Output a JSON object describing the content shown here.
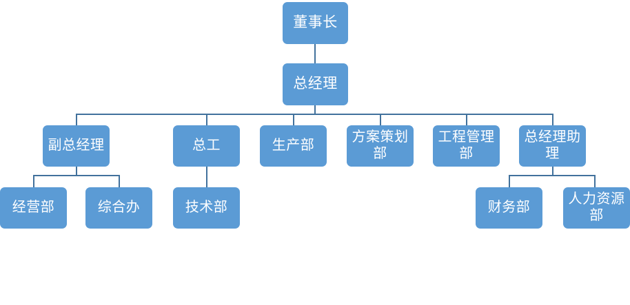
{
  "chart_data": {
    "type": "diagram",
    "title": "",
    "orientation": "top-down",
    "theme": {
      "node_fill": "#5B9BD5",
      "node_text": "#FFFFFF",
      "connector": "#41719C",
      "background": "#FFFFFF"
    },
    "nodes": [
      {
        "id": "chairman",
        "label": "董事长",
        "level": 1,
        "parent": null
      },
      {
        "id": "gm",
        "label": "总经理",
        "level": 2,
        "parent": "chairman"
      },
      {
        "id": "deputy_gm",
        "label": "副总经理",
        "level": 3,
        "parent": "gm"
      },
      {
        "id": "chief_engineer",
        "label": "总工",
        "level": 3,
        "parent": "gm"
      },
      {
        "id": "production",
        "label": "生产部",
        "level": 3,
        "parent": "gm"
      },
      {
        "id": "scheme_planning",
        "label": "方案策划部",
        "level": 3,
        "parent": "gm"
      },
      {
        "id": "eng_management",
        "label": "工程管理部",
        "level": 3,
        "parent": "gm"
      },
      {
        "id": "gm_assistant",
        "label": "总经理助理",
        "level": 3,
        "parent": "gm"
      },
      {
        "id": "business",
        "label": "经营部",
        "level": 4,
        "parent": "deputy_gm"
      },
      {
        "id": "general_office",
        "label": "综合办",
        "level": 4,
        "parent": "deputy_gm"
      },
      {
        "id": "technical",
        "label": "技术部",
        "level": 4,
        "parent": "chief_engineer"
      },
      {
        "id": "finance",
        "label": "财务部",
        "level": 4,
        "parent": "gm_assistant"
      },
      {
        "id": "hr",
        "label": "人力资源部",
        "level": 4,
        "parent": "gm_assistant"
      }
    ],
    "edges": [
      {
        "from": "chairman",
        "to": "gm"
      },
      {
        "from": "gm",
        "to": "deputy_gm"
      },
      {
        "from": "gm",
        "to": "chief_engineer"
      },
      {
        "from": "gm",
        "to": "production"
      },
      {
        "from": "gm",
        "to": "scheme_planning"
      },
      {
        "from": "gm",
        "to": "eng_management"
      },
      {
        "from": "gm",
        "to": "gm_assistant"
      },
      {
        "from": "deputy_gm",
        "to": "business"
      },
      {
        "from": "deputy_gm",
        "to": "general_office"
      },
      {
        "from": "chief_engineer",
        "to": "technical"
      },
      {
        "from": "gm_assistant",
        "to": "finance"
      },
      {
        "from": "gm_assistant",
        "to": "hr"
      }
    ]
  },
  "chart": {
    "nodes": {
      "chairman": {
        "label": "董事长"
      },
      "gm": {
        "label": "总经理"
      },
      "deputy_gm": {
        "label": "副总经理"
      },
      "chief_engineer": {
        "label": "总工"
      },
      "production": {
        "label": "生产部"
      },
      "scheme_planning": {
        "label": "方案策划部"
      },
      "eng_management": {
        "label": "工程管理部"
      },
      "gm_assistant": {
        "label": "总经理助理"
      },
      "business": {
        "label": "经营部"
      },
      "general_office": {
        "label": "综合办"
      },
      "technical": {
        "label": "技术部"
      },
      "finance": {
        "label": "财务部"
      },
      "hr": {
        "label": "人力资源部"
      }
    }
  }
}
